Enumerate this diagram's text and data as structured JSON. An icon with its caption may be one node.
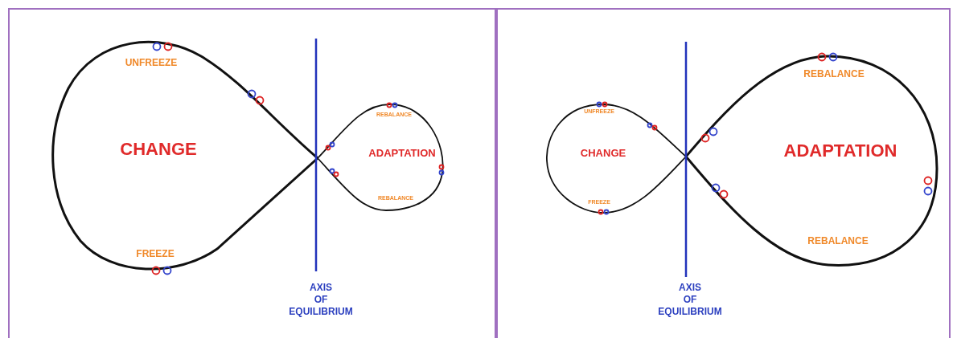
{
  "diagram": {
    "labels": [
      "UNFREEZE",
      "CHANGE",
      "REBALANCE",
      "ADAPTATION",
      "REBALANCE",
      "FREEZE",
      "AXIS OF EQUILIBRIUM",
      "UNFREEZE",
      "REBALANCE",
      "CHANGE",
      "ADAPTATION",
      "FREEZE",
      "REBALANCE",
      "AXIS OF EQUILIBRIUM"
    ]
  }
}
